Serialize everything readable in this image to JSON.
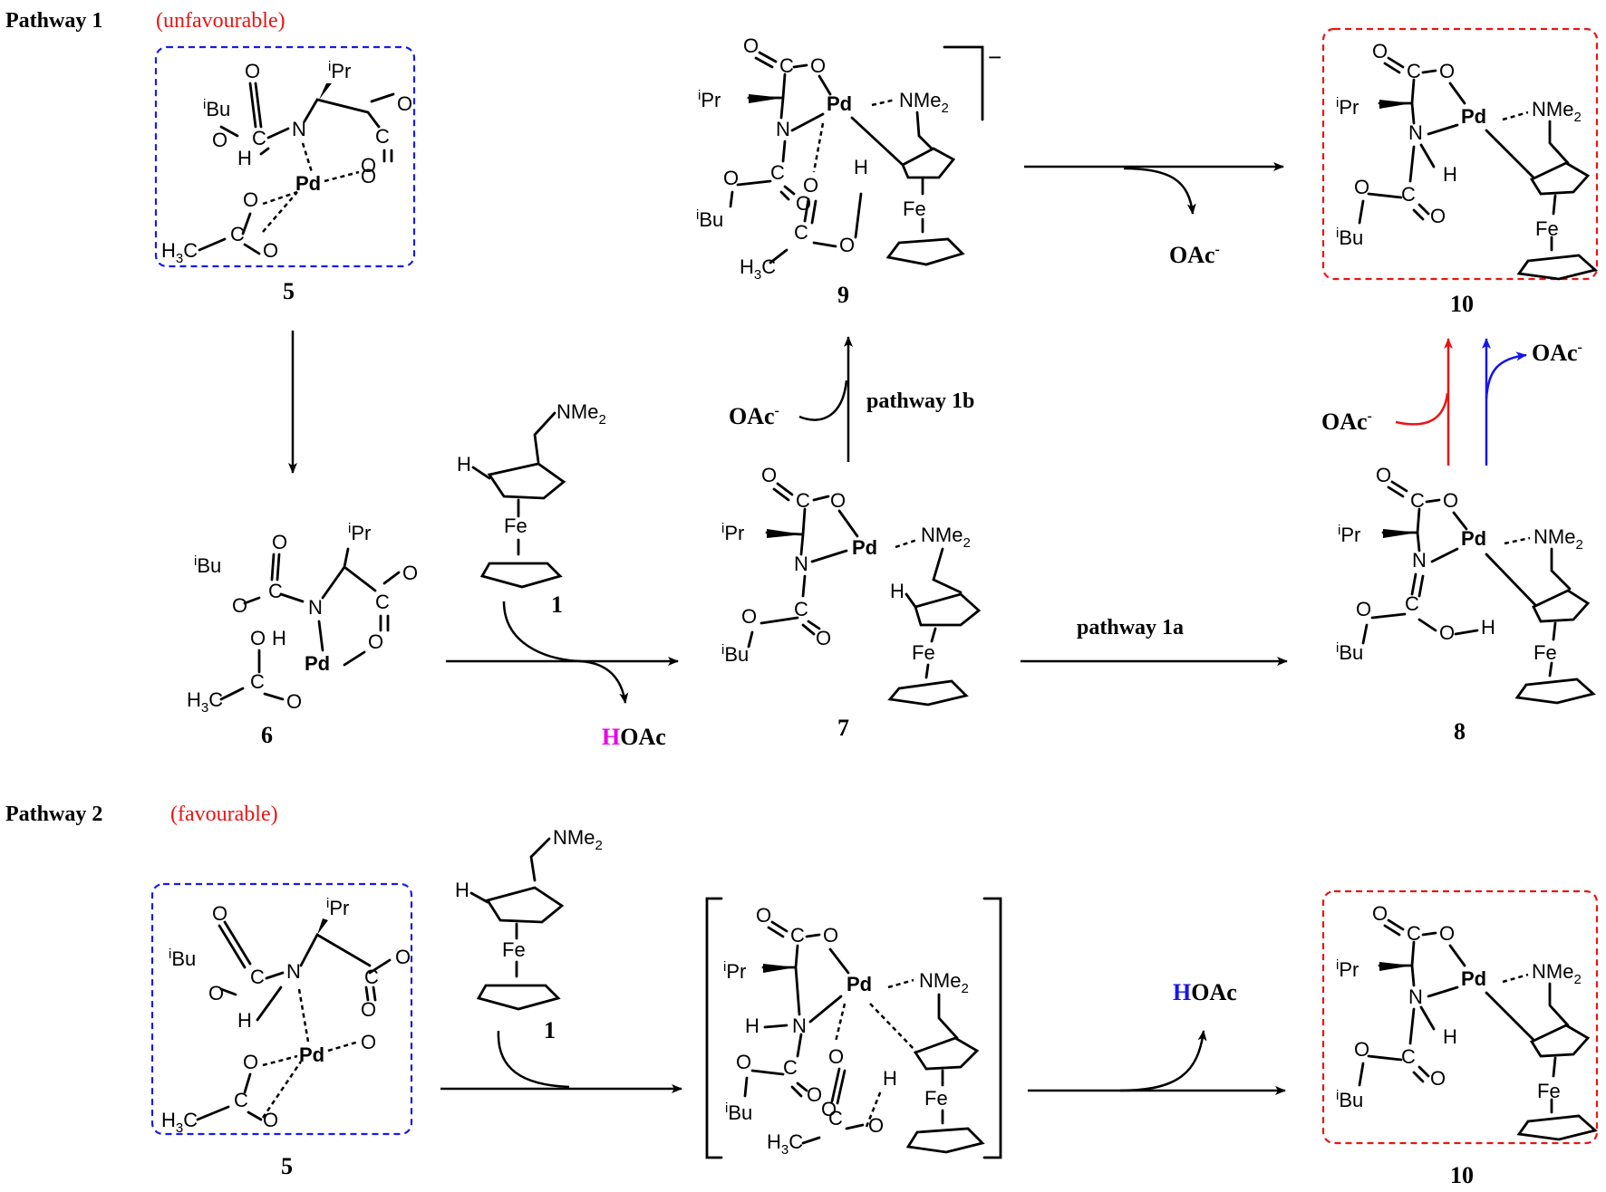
{
  "colors": {
    "pd": "#8B4513",
    "blue_h": "#1515e8",
    "magenta_h": "#e800e8",
    "red": "#e81515",
    "blue": "#1515e8",
    "box_blue": "#1a1ae8",
    "box_red": "#e81515"
  },
  "pathway1": {
    "title": "Pathway 1",
    "note": "(unfavourable)"
  },
  "pathway2": {
    "title": "Pathway 2",
    "note": "(favourable)"
  },
  "atoms": {
    "pd": "Pd",
    "fe": "Fe",
    "n": "N",
    "o": "O",
    "c": "C",
    "h": "H",
    "nme": "NMe",
    "two": "2",
    "h3c": "H",
    "three": "3",
    "ipr_sup": "i",
    "ipr": "Pr",
    "ibu_sup": "i",
    "ibu": "Bu",
    "c_small": "C"
  },
  "compounds": {
    "c5": "5",
    "c6": "6",
    "c7": "7",
    "c8": "8",
    "c9": "9",
    "c10": "10",
    "c1": "1",
    "c5b": "5",
    "c10b": "10",
    "c1b": "1"
  },
  "reagents": {
    "hoac_h": "H",
    "hoac_rest": "OAc",
    "oac": "OAc",
    "minus": "-",
    "charge_9": "−"
  },
  "steps": {
    "pathway_1a": "pathway 1a",
    "pathway_1b": "pathway 1b"
  }
}
